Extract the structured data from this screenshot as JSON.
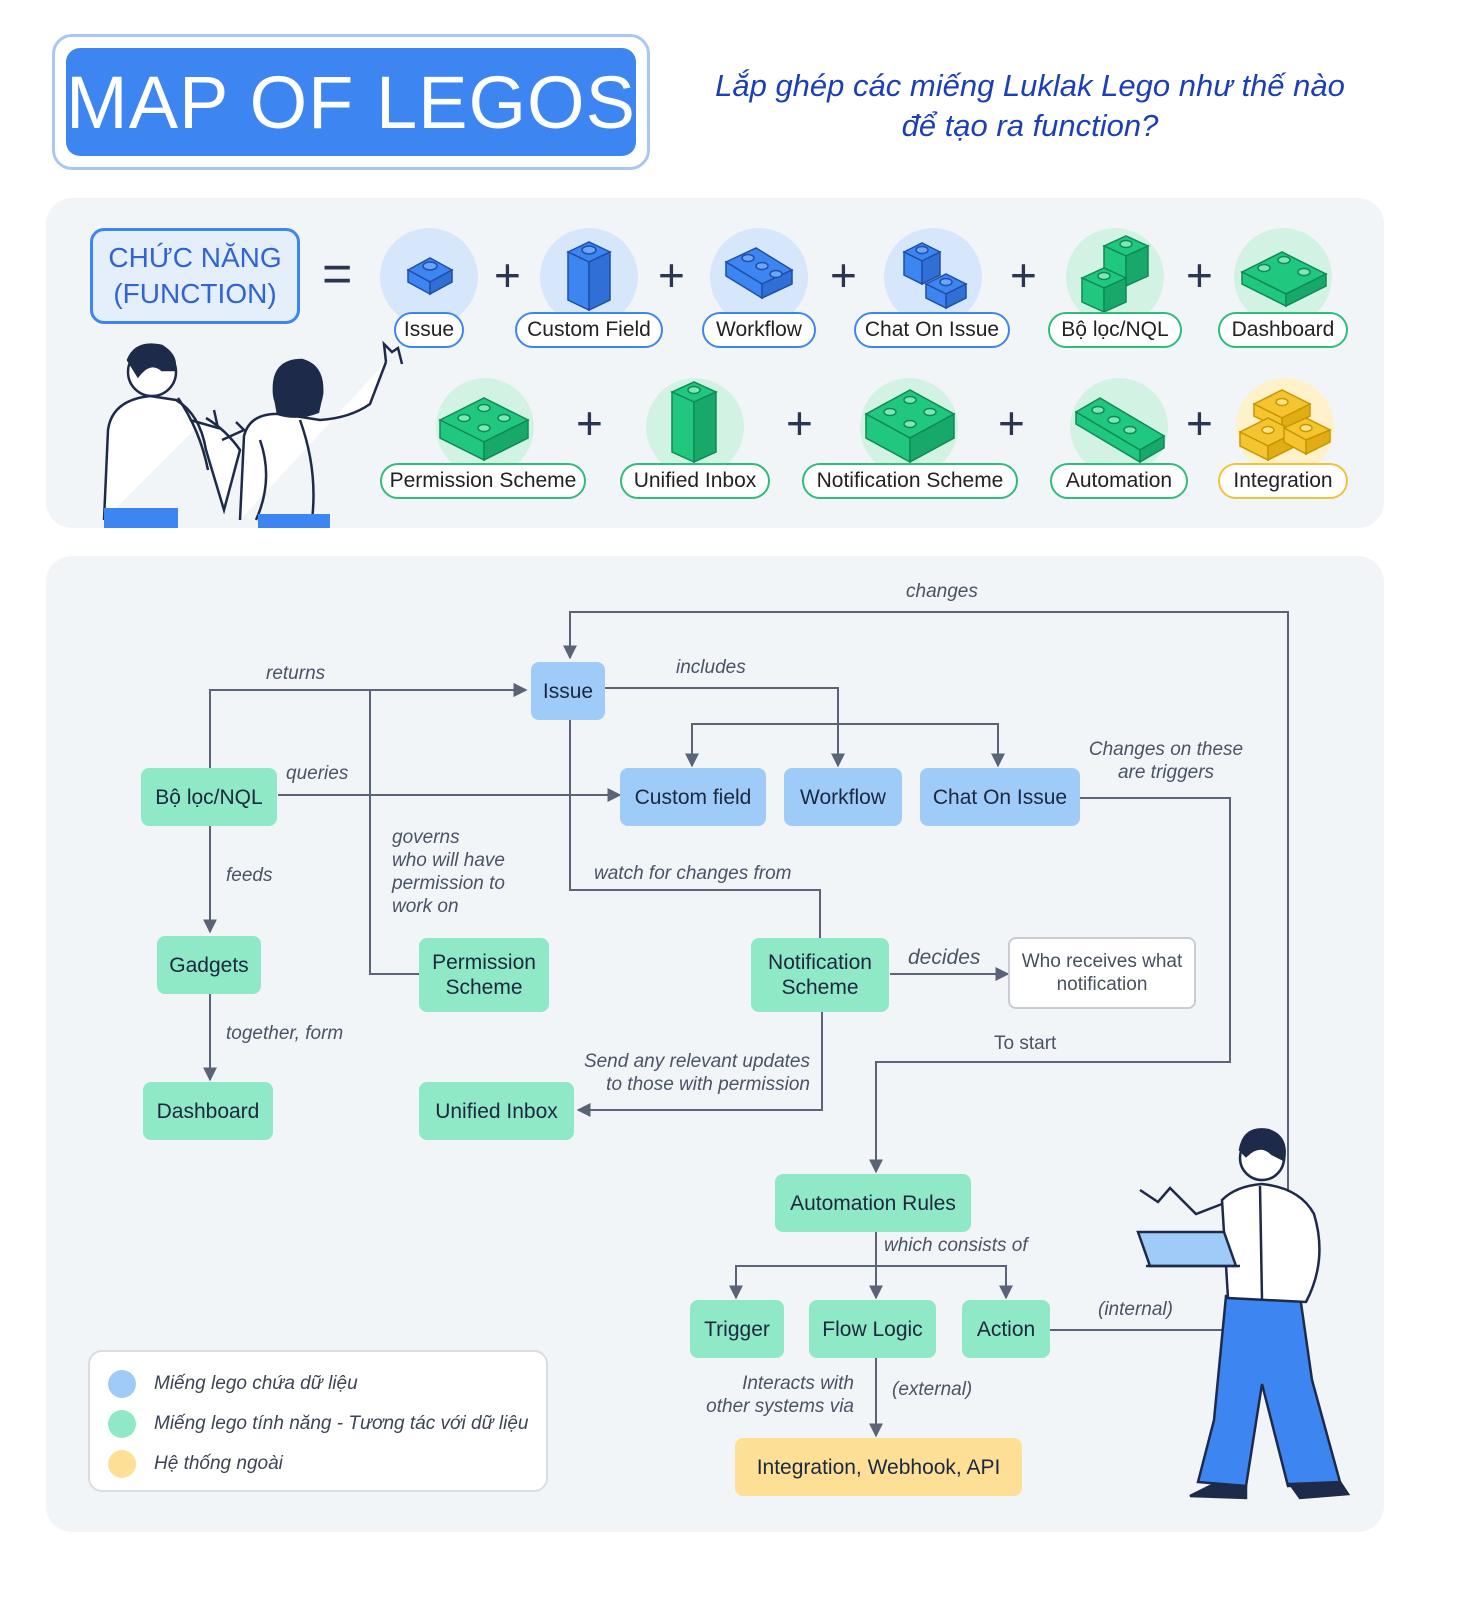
{
  "header": {
    "title": "MAP OF LEGOS",
    "subtitle_line1": "Lắp ghép các miếng Luklak Lego như thế nào",
    "subtitle_line2": "để tạo ra function?"
  },
  "formula": {
    "function_line1": "CHỨC NĂNG",
    "function_line2": "(FUNCTION)",
    "equals": "=",
    "plus": "+",
    "pieces": [
      {
        "label": "Issue",
        "color": "blue"
      },
      {
        "label": "Custom Field",
        "color": "blue"
      },
      {
        "label": "Workflow",
        "color": "blue"
      },
      {
        "label": "Chat On Issue",
        "color": "blue"
      },
      {
        "label": "Bộ lọc/NQL",
        "color": "green"
      },
      {
        "label": "Dashboard",
        "color": "green"
      },
      {
        "label": "Permission Scheme",
        "color": "green"
      },
      {
        "label": "Unified Inbox",
        "color": "green"
      },
      {
        "label": "Notification Scheme",
        "color": "green"
      },
      {
        "label": "Automation",
        "color": "green"
      },
      {
        "label": "Integration",
        "color": "yellow"
      }
    ]
  },
  "diagram": {
    "nodes": {
      "issue": "Issue",
      "custom_field": "Custom field",
      "workflow": "Workflow",
      "chat_on_issue": "Chat On Issue",
      "filter": "Bộ lọc/NQL",
      "gadgets": "Gadgets",
      "dashboard": "Dashboard",
      "permission_scheme": "Permission Scheme",
      "unified_inbox": "Unified Inbox",
      "notification_scheme": "Notification Scheme",
      "who_receives": "Who receives what notification",
      "automation_rules": "Automation Rules",
      "trigger": "Trigger",
      "flow_logic": "Flow Logic",
      "action": "Action",
      "integration": "Integration, Webhook, API"
    },
    "edge_labels": {
      "changes": "changes",
      "returns": "returns",
      "includes": "includes",
      "queries": "queries",
      "changes_triggers_1": "Changes on these",
      "changes_triggers_2": "are triggers",
      "governs_1": "governs",
      "governs_2": "who will have",
      "governs_3": "permission to",
      "governs_4": "work on",
      "feeds": "feeds",
      "watch": "watch for changes from",
      "decides": "decides",
      "together_form": "together, form",
      "to_start": "To start",
      "send_updates_1": "Send any relevant updates",
      "send_updates_2": "to those with permission",
      "consists_of": "which consists of",
      "internal": "(internal)",
      "interacts_1": "Interacts with",
      "interacts_2": "other systems via",
      "external": "(external)"
    }
  },
  "legend": [
    {
      "label": "Miếng lego chứa dữ liệu",
      "color": "#9ecbf7"
    },
    {
      "label": "Miếng lego tính năng - Tương tác với dữ liệu",
      "color": "#8fe8c6"
    },
    {
      "label": "Hệ thống ngoài",
      "color": "#fddf96"
    }
  ],
  "colors": {
    "accent_blue": "#3d86f2",
    "data_blue": "#9ecbf7",
    "feature_green": "#8fe8c6",
    "external_yellow": "#fddf96",
    "subtitle": "#1d3fb5"
  }
}
